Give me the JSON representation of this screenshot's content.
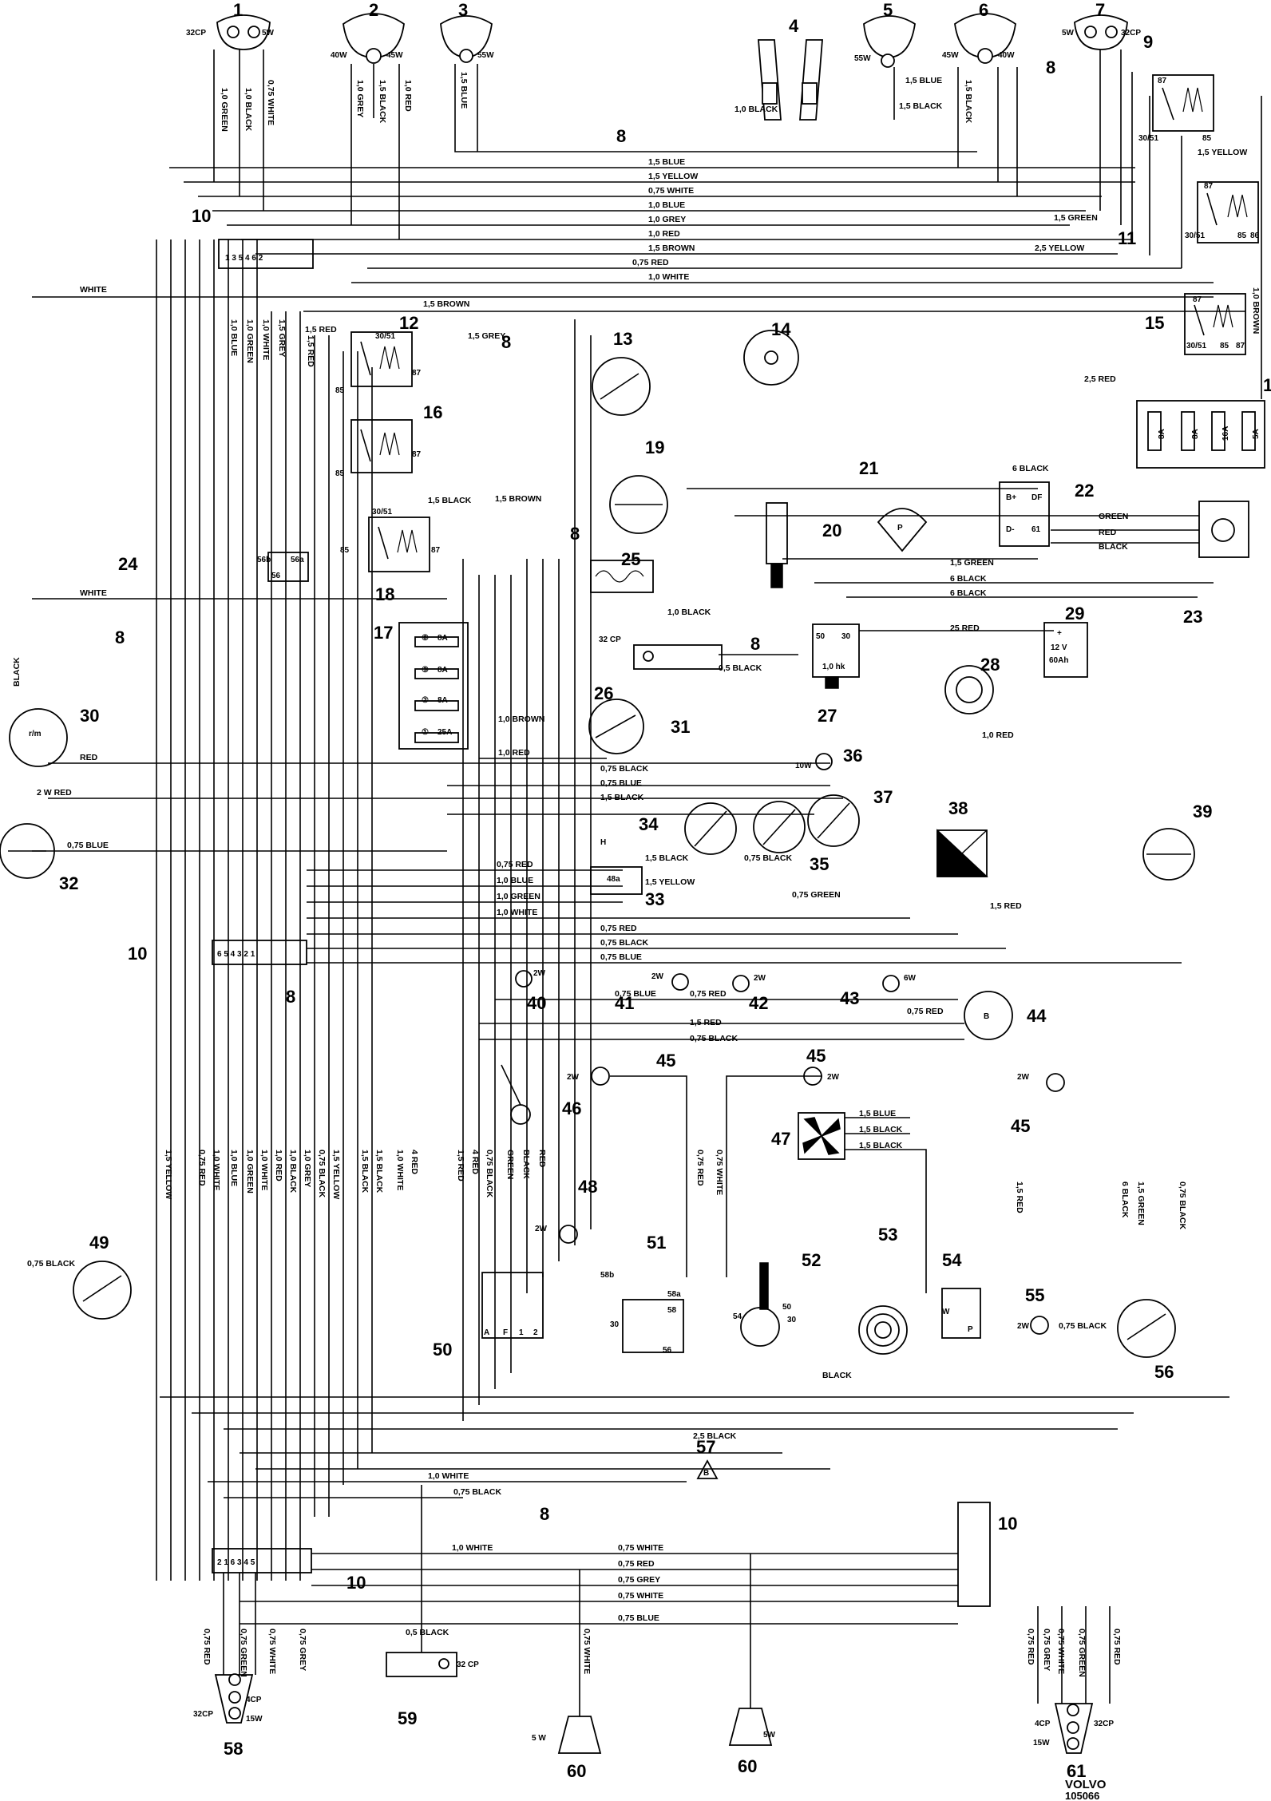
{
  "brand": {
    "name": "VOLVO",
    "code": "105066"
  },
  "component_numbers": [
    "1",
    "2",
    "3",
    "4",
    "5",
    "6",
    "7",
    "8",
    "9",
    "10",
    "11",
    "12",
    "13",
    "14",
    "15",
    "16",
    "17",
    "18",
    "19",
    "20",
    "21",
    "22",
    "23",
    "24",
    "25",
    "26",
    "27",
    "28",
    "29",
    "30",
    "31",
    "32",
    "33",
    "34",
    "35",
    "36",
    "37",
    "38",
    "39",
    "40",
    "41",
    "42",
    "43",
    "44",
    "45",
    "46",
    "47",
    "48",
    "49",
    "50",
    "51",
    "52",
    "53",
    "54",
    "55",
    "56",
    "57",
    "58",
    "59",
    "60",
    "61"
  ],
  "wire_labels": {
    "top_bus": [
      "1,5 BLUE",
      "1,5 YELLOW",
      "0,75 WHITE",
      "1,0 BLUE",
      "1,0 GREY",
      "1,0 RED",
      "1,5 BROWN",
      "0,75 RED",
      "1,0 WHITE"
    ],
    "upper_right": [
      "1,5 GREEN",
      "2,5 YELLOW",
      "1,5 YELLOW",
      "1,0 BROWN",
      "2,5 RED",
      "1,0 BLACK",
      "1,5 BLACK",
      "1,5 BLUE"
    ],
    "left_verticals_top": [
      "1,0 GREEN",
      "1,0 BLACK",
      "0,75 WHITE",
      "1,0 GREY",
      "1,5 BLACK",
      "1,0 RED",
      "1,5 BLUE",
      "1,5 BLACK"
    ],
    "left_verticals_mid": [
      "1,0 BLUE",
      "1,0 GREEN",
      "1,0 WHITE",
      "1,5 GREY",
      "1,5 RED"
    ],
    "relay_labels": [
      "1,5 RED",
      "1,5 BROWN",
      "1,5 GREY",
      "1,5 BLACK",
      "1,5 GREY",
      "1,5 BLACK",
      "1,5 BLACK"
    ],
    "middle": [
      "WHITE",
      "WHITE",
      "BLACK",
      "RED",
      "2 W RED",
      "0,75 BLUE",
      "1,5 YELLOW",
      "1,0 GREY",
      "0,75 BLACK",
      "1,5 RED",
      "1,5 RED",
      "1,5 BLACK",
      "1,5 BROWN",
      "1,5 BLACK",
      "0,75 BLACK",
      "1,0 BROWN",
      "1,0 RED",
      "0,5 BLACK",
      "1,0 BLACK",
      "1,5 GREEN",
      "6 BLACK",
      "6 BLACK",
      "6 BLACK",
      "25 RED",
      "1,0 RED",
      "0,75 BLACK",
      "0,75 BLACK",
      "0,75 BLUE",
      "1,5 BLACK",
      "0,75 RED",
      "GREEN",
      "RED",
      "BLACK",
      "1,5 BLACK",
      "0,75 BLACK",
      "1,5 YELLOW",
      "0,75 GREEN",
      "1,5 RED"
    ],
    "connector10_mid": [
      "0,75 RED",
      "1,0 BLUE",
      "1,0 GREEN",
      "1,0 WHITE",
      "0,75 RED",
      "0,75 BLACK",
      "0,75 BLUE"
    ],
    "lower": [
      "0,75 BLUE",
      "0,75 RED",
      "1,5 RED",
      "0,75 BLACK",
      "0,75 RED",
      "1,5 BLUE",
      "1,5 BLACK",
      "1,5 BLACK",
      "1,5 RED",
      "6 BLACK",
      "1,5 GREEN",
      "0,75 BLACK",
      "0,75 BLACK",
      "BLACK",
      "2,5 BLACK",
      "0,75 BLACK",
      "1,0 WHITE",
      "0,75 BLACK",
      "1,5 YELLOW"
    ],
    "lower_verticals": [
      "0,75 RED",
      "1,0 WHITE",
      "1,0 BLUE",
      "1,0 GREEN",
      "1,0 WHITE",
      "1,0 RED",
      "1,0 BLACK",
      "1,0 GREY",
      "0,75 BLACK",
      "1,5 YELLOW",
      "1,5 BLACK",
      "1,5 BLACK",
      "1,0 WHITE",
      "4 RED",
      "1,5 RED",
      "4 RED",
      "0,75 BLACK",
      "GREEN",
      "BLACK",
      "RED",
      "0,75 RED",
      "0,75 WHITE"
    ],
    "rear_bus": [
      "1,0 WHITE",
      "0,75 WHITE",
      "0,75 RED",
      "0,75 GREY",
      "0,75 WHITE",
      "0,75 BLUE"
    ],
    "rear_verticals": [
      "0,75 RED",
      "0,75 GREEN",
      "0,75 WHITE",
      "0,75 GREY",
      "0,5 BLACK",
      "0,75 WHITE",
      "0,75 RED",
      "0,75 GREY",
      "0,75 WHITE",
      "0,75 GREEN",
      "0,75 RED"
    ]
  },
  "component_labels": {
    "lamps": [
      "32CP",
      "5W",
      "40W",
      "45W",
      "55W",
      "55W",
      "45W",
      "40W",
      "5W",
      "32CP",
      "32 CP",
      "10W",
      "2W",
      "2W",
      "2W",
      "2W",
      "6W",
      "2W",
      "2W",
      "2W",
      "2W",
      "32 CP",
      "32CP",
      "4CP",
      "15W",
      "5 W",
      "5W",
      "4CP",
      "32CP",
      "15W"
    ],
    "relay_terminals": [
      "87",
      "30/51",
      "85",
      "86",
      "87",
      "30/51",
      "85",
      "86",
      "87",
      "30/51",
      "85",
      "87",
      "30/51",
      "85",
      "87",
      "30/51",
      "85"
    ],
    "fuses": [
      "8A",
      "8A",
      "8A",
      "25A",
      "8A",
      "8A",
      "16A",
      "5A",
      "⑥",
      "③",
      "②",
      "①"
    ],
    "regulator": [
      "B+",
      "DF",
      "D-",
      "61"
    ],
    "battery": [
      "+",
      "12 V",
      "60Ah"
    ],
    "starter": [
      "50",
      "30",
      "1,0 hk"
    ],
    "switches": [
      "56b",
      "56a",
      "56",
      "H",
      "48a",
      "58b",
      "58a",
      "30",
      "56",
      "58",
      "54",
      "50",
      "30",
      "W",
      "P",
      "A",
      "F",
      "1",
      "2"
    ],
    "misc": [
      "r/m",
      "B",
      "P",
      "B"
    ]
  }
}
